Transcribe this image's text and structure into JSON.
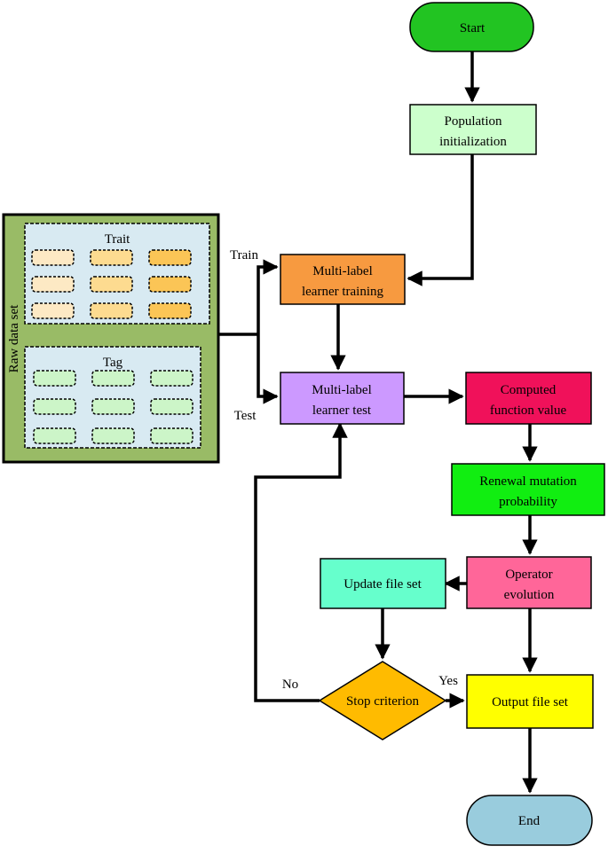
{
  "nodes": {
    "start": "Start",
    "population": [
      "Population",
      "initialization"
    ],
    "training": [
      "Multi-label",
      "learner training"
    ],
    "test": [
      "Multi-label",
      "learner test"
    ],
    "computed": [
      "Computed",
      "function value"
    ],
    "renewal": [
      "Renewal mutation",
      "probability"
    ],
    "operator": [
      "Operator",
      "evolution"
    ],
    "update": "Update file set",
    "stop": "Stop criterion",
    "output": "Output file set",
    "end": "End"
  },
  "dataset": {
    "title": "Raw data set",
    "trait_label": "Trait",
    "tag_label": "Tag"
  },
  "edge_labels": {
    "train": "Train",
    "test": "Test",
    "yes": "Yes",
    "no": "No"
  },
  "colors": {
    "start": "#22c422",
    "population": "#ccffcc",
    "training": "#f79a40",
    "test": "#cc99ff",
    "computed": "#f0115a",
    "renewal": "#11ee11",
    "operator": "#ff6699",
    "update": "#66ffcc",
    "stop": "#ffbb00",
    "output": "#ffff00",
    "end": "#99ccdd",
    "dataset_outer": "#99bb66",
    "dataset_inner": "#d8eaf2"
  }
}
